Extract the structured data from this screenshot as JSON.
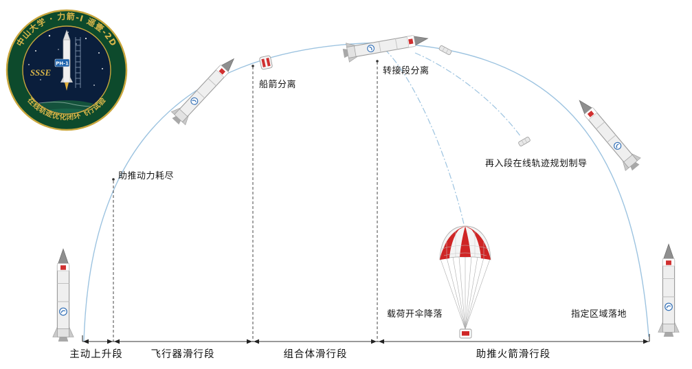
{
  "badge": {
    "top_text": "中山大学 · 力箭-I 遥壹-2D",
    "bottom_text": "在线轨迹优化闭环飞行试验",
    "sse": "SSSE",
    "rocket_tag": "PH-1"
  },
  "annotations": {
    "booster_burnout": "助推动力耗尽",
    "ship_separation": "船箭分离",
    "adapter_separation": "转接段分离",
    "reentry_guidance": "再入段在线轨迹规划制导",
    "payload_parachute": "载荷开伞降落",
    "landing_zone": "指定区域落地"
  },
  "phases": {
    "ascent": "主动上升段",
    "vehicle_glide": "飞行器滑行段",
    "combo_glide": "组合体滑行段",
    "booster_glide": "助推火箭滑行段"
  },
  "colors": {
    "trajectory_blue": "#9cc3e0",
    "parachute_red": "#cf2525",
    "badge_ring_green": "#0d4a2c",
    "badge_inner_navy": "#0a1e3c",
    "badge_gold": "#d9b64a",
    "axis_black": "#333333"
  }
}
